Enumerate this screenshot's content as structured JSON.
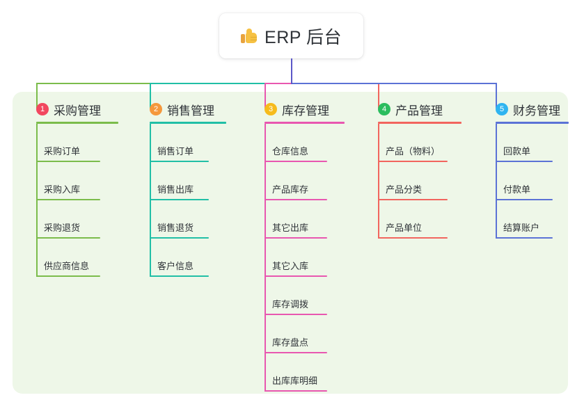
{
  "root": {
    "icon": "thumbs-up-icon",
    "title": "ERP 后台"
  },
  "colors": {
    "panel_background": "#eef7e8",
    "root_card_background": "#ffffff",
    "text": "#2f3338",
    "branch_1": "#7bbc4b",
    "branch_2": "#21bfa6",
    "branch_3": "#e857b0",
    "branch_4": "#f2655e",
    "branch_5": "#5b72d6",
    "root_stem": "#5b57c8",
    "badge_1": "#f2475f",
    "badge_2": "#f5983c",
    "badge_3": "#f6bb1c",
    "badge_4": "#2bbd5e",
    "badge_5": "#2fb4f0"
  },
  "branches": [
    {
      "number": "1",
      "title": "采购管理",
      "badge_color": "#f2475f",
      "line_color": "#7bbc4b",
      "items": [
        {
          "label": "采购订单"
        },
        {
          "label": "采购入库"
        },
        {
          "label": "采购退货"
        },
        {
          "label": "供应商信息"
        }
      ]
    },
    {
      "number": "2",
      "title": "销售管理",
      "badge_color": "#f5983c",
      "line_color": "#21bfa6",
      "items": [
        {
          "label": "销售订单"
        },
        {
          "label": "销售出库"
        },
        {
          "label": "销售退货"
        },
        {
          "label": "客户信息"
        }
      ]
    },
    {
      "number": "3",
      "title": "库存管理",
      "badge_color": "#f6bb1c",
      "line_color": "#e857b0",
      "items": [
        {
          "label": "仓库信息"
        },
        {
          "label": "产品库存"
        },
        {
          "label": "其它出库"
        },
        {
          "label": "其它入库"
        },
        {
          "label": "库存调拨"
        },
        {
          "label": "库存盘点"
        },
        {
          "label": "出库库明细"
        }
      ]
    },
    {
      "number": "4",
      "title": "产品管理",
      "badge_color": "#2bbd5e",
      "line_color": "#f2655e",
      "items": [
        {
          "label": "产品（物料）"
        },
        {
          "label": "产品分类"
        },
        {
          "label": "产品单位"
        }
      ]
    },
    {
      "number": "5",
      "title": "财务管理",
      "badge_color": "#2fb4f0",
      "line_color": "#5b72d6",
      "items": [
        {
          "label": "回款单"
        },
        {
          "label": "付款单"
        },
        {
          "label": "结算账户"
        }
      ]
    }
  ]
}
